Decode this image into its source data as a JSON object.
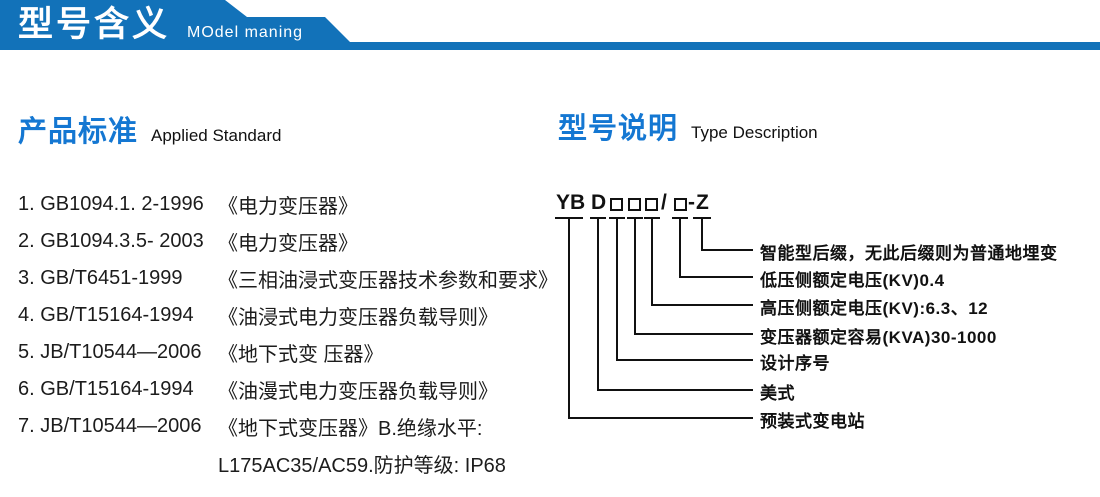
{
  "header": {
    "title_cn": "型号含义",
    "title_en": "MOdel maning"
  },
  "colors": {
    "banner_blue": "#1272b9",
    "section_title_blue": "#1477d2",
    "text_black": "#1c1c1c"
  },
  "left_section": {
    "title_cn": "产品标准",
    "title_en": "Applied Standard",
    "standards": [
      {
        "code": "1. GB1094.1. 2-1996",
        "title": "《电力变压器》"
      },
      {
        "code": "2. GB1094.3.5- 2003",
        "title": "《电力变压器》"
      },
      {
        "code": "3. GB/T6451-1999",
        "title": "《三相油浸式变压器技术参数和要求》"
      },
      {
        "code": "4. GB/T15164-1994",
        "title": "《油浸式电力变压器负载导则》"
      },
      {
        "code": "5. JB/T10544—2006",
        "title": "《地下式变 压器》"
      },
      {
        "code": "6. GB/T15164-1994",
        "title": "《油漫式电力变压器负载导则》"
      },
      {
        "code": "7. JB/T10544—2006",
        "title": "《地下式变压器》B.绝缘水平:"
      },
      {
        "code": "",
        "title": "L175AC35/AC59.防护等级: IP68"
      }
    ]
  },
  "right_section": {
    "title_cn": "型号说明",
    "title_en": "Type Description",
    "model_code": {
      "prefix": "YB",
      "style_letter": "D",
      "placeholder_boxes": "□□□",
      "slash": "/",
      "voltage_box": "□",
      "dash": "-",
      "suffix": "Z"
    },
    "labels": [
      "智能型后缀，无此后缀则为普通地埋变",
      "低压侧额定电压(KV)0.4",
      "高压侧额定电压(KV):6.3、12",
      "变压器额定容易(KVA)30-1000",
      "设计序号",
      "美式",
      "预装式变电站"
    ]
  }
}
